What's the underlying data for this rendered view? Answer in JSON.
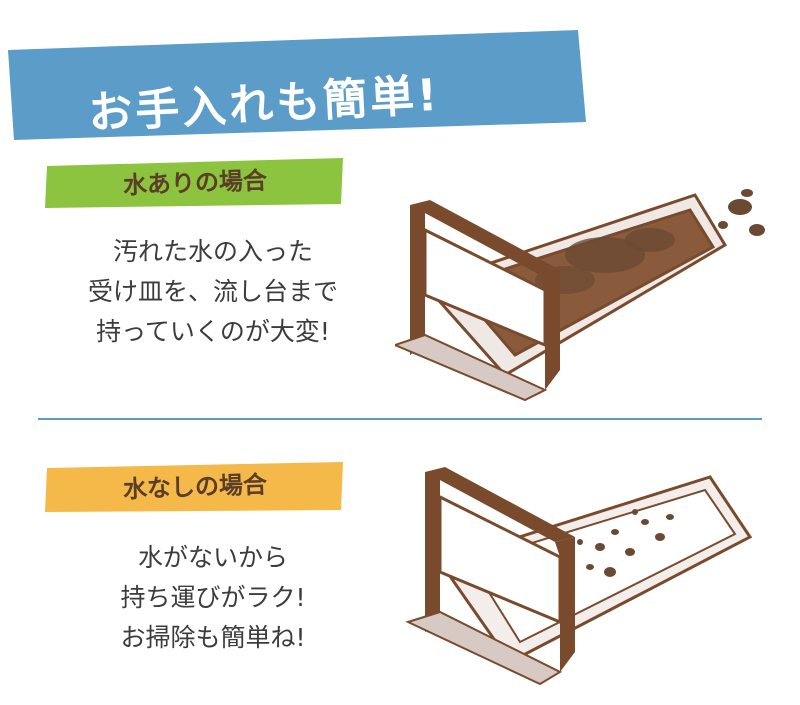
{
  "banner": {
    "title": "お手入れも簡単!",
    "color": "#5b9cc9"
  },
  "with_water": {
    "label": "水ありの場合",
    "label_color": "#8cc43f",
    "lines": [
      "汚れた水の入った",
      "受け皿を、流し台まで",
      "持っていくのが大変!"
    ]
  },
  "without_water": {
    "label": "水なしの場合",
    "label_color": "#f5b94a",
    "lines": [
      "水がないから",
      "持ち運びがラク!",
      "お掃除も簡単ね!"
    ]
  },
  "colors": {
    "divider": "#5b9ec4",
    "tray_frame": "#7a4a2c",
    "dirt": "#6b4a33"
  },
  "icons": [
    "water-tray-icon",
    "dry-tray-icon"
  ]
}
